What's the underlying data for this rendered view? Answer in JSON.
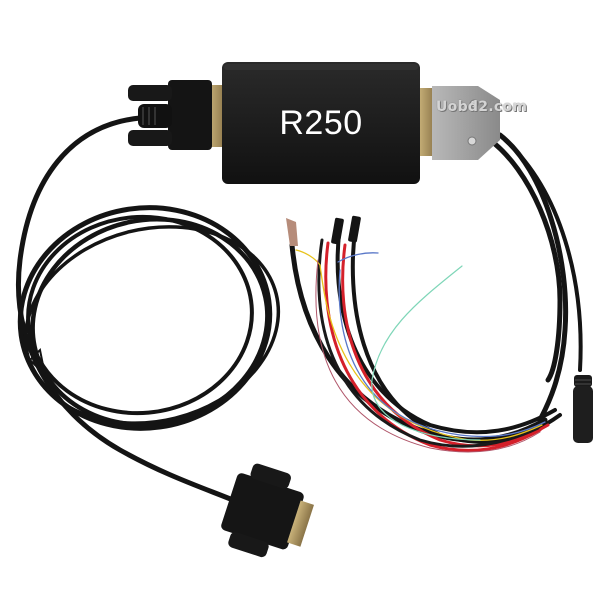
{
  "image": {
    "subject": "R250 interface adapter box with DB9 serial cable, DB15 breakout harness, and DC barrel power lead",
    "box_label": "R250",
    "watermark": "Uobd2.com",
    "colors": {
      "background": "#ffffff",
      "box": "#1c1c1c",
      "cable": "#141414",
      "connector_gray": "#9a9a9a",
      "wire_red": "#d4202a",
      "wire_yellow": "#e8c21a",
      "wire_blue": "#5a78c8",
      "wire_green": "#7fd6b8"
    }
  }
}
